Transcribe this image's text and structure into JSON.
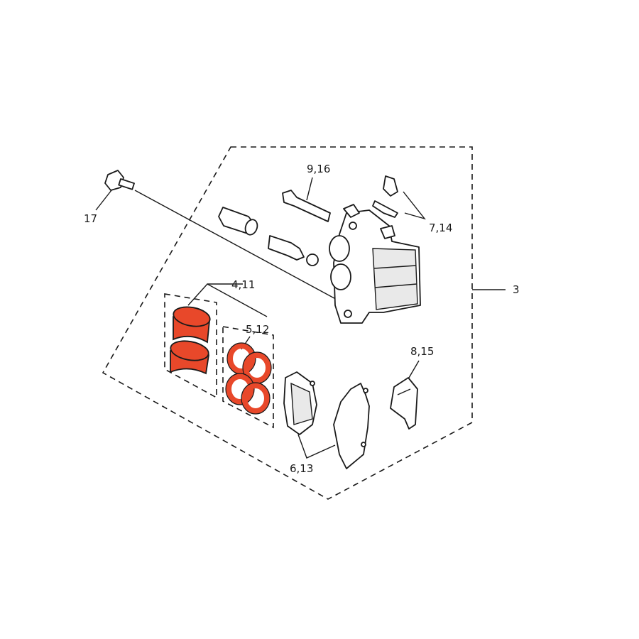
{
  "labels": {
    "p17": "17",
    "p9_16": "9,16",
    "p7_14": "7,14",
    "p3": "3",
    "p4_11": "4,11",
    "p5_12": "5,12",
    "p8_15": "8,15",
    "p6_13": "6,13"
  },
  "colors": {
    "highlight": "#e8482a",
    "highlight_dark": "#9a2a15",
    "line": "#1a1a1a"
  }
}
